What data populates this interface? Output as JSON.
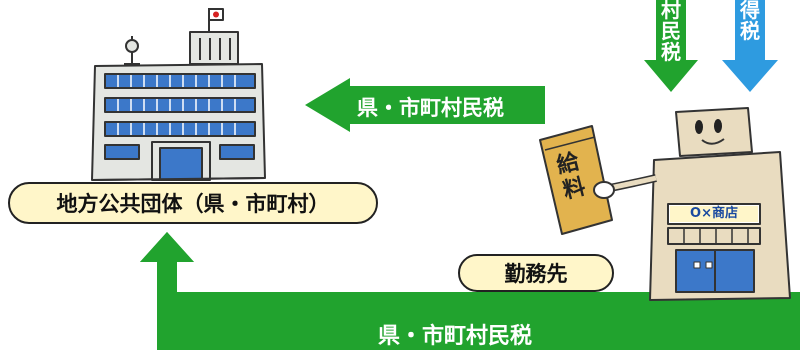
{
  "labels": {
    "top_arrow": "県・市町村民税",
    "bottom_arrow": "県・市町村民税",
    "government": "地方公共団体（県・市町村）",
    "employer": "勤務先",
    "salary_envelope": "給料",
    "shop_sign": "O×商店",
    "down_arrow_green": "村民税",
    "down_arrow_blue": "得税"
  },
  "colors": {
    "green_arrow": "#21a32e",
    "blue_arrow": "#2e9be0",
    "pill_fill": "#fff6c9",
    "building_body": "#e4e6e2",
    "window_blue": "#3c78c9",
    "store_body": "#e9dcc0"
  }
}
